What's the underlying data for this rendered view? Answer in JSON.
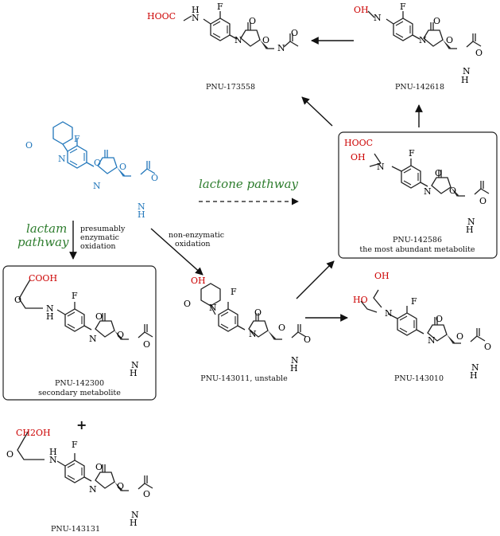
{
  "colors": {
    "bond": "#222222",
    "parent": "#2277bb",
    "highlight": "#cc0000",
    "pathway": "#2e7d2e"
  },
  "pathways": {
    "lactone": "lactone pathway",
    "lactam_1": "lactam",
    "lactam_2": "pathway"
  },
  "steps": {
    "enzymatic_1": "presumably",
    "enzymatic_2": "enzymatic",
    "enzymatic_3": "oxidation",
    "nonenzymatic_1": "non-enzymatic",
    "nonenzymatic_2": "oxidation"
  },
  "labels": {
    "cooh": "COOH",
    "hooc": "HOOC",
    "oh": "OH",
    "ho": "HO",
    "ch2oh": "CH2OH",
    "f": "F",
    "n": "N",
    "o": "O",
    "nh": "N",
    "h": "H",
    "plus": "+"
  },
  "compounds": {
    "pnu173558": "PNU-173558",
    "pnu142618": "PNU-142618",
    "pnu142586": "PNU-142586",
    "pnu142586_note": "the most abundant metabolite",
    "pnu142300": "PNU-142300",
    "pnu142300_note": "secondary metabolite",
    "pnu143011": "PNU-143011, unstable",
    "pnu143010": "PNU-143010",
    "pnu143131": "PNU-143131"
  }
}
